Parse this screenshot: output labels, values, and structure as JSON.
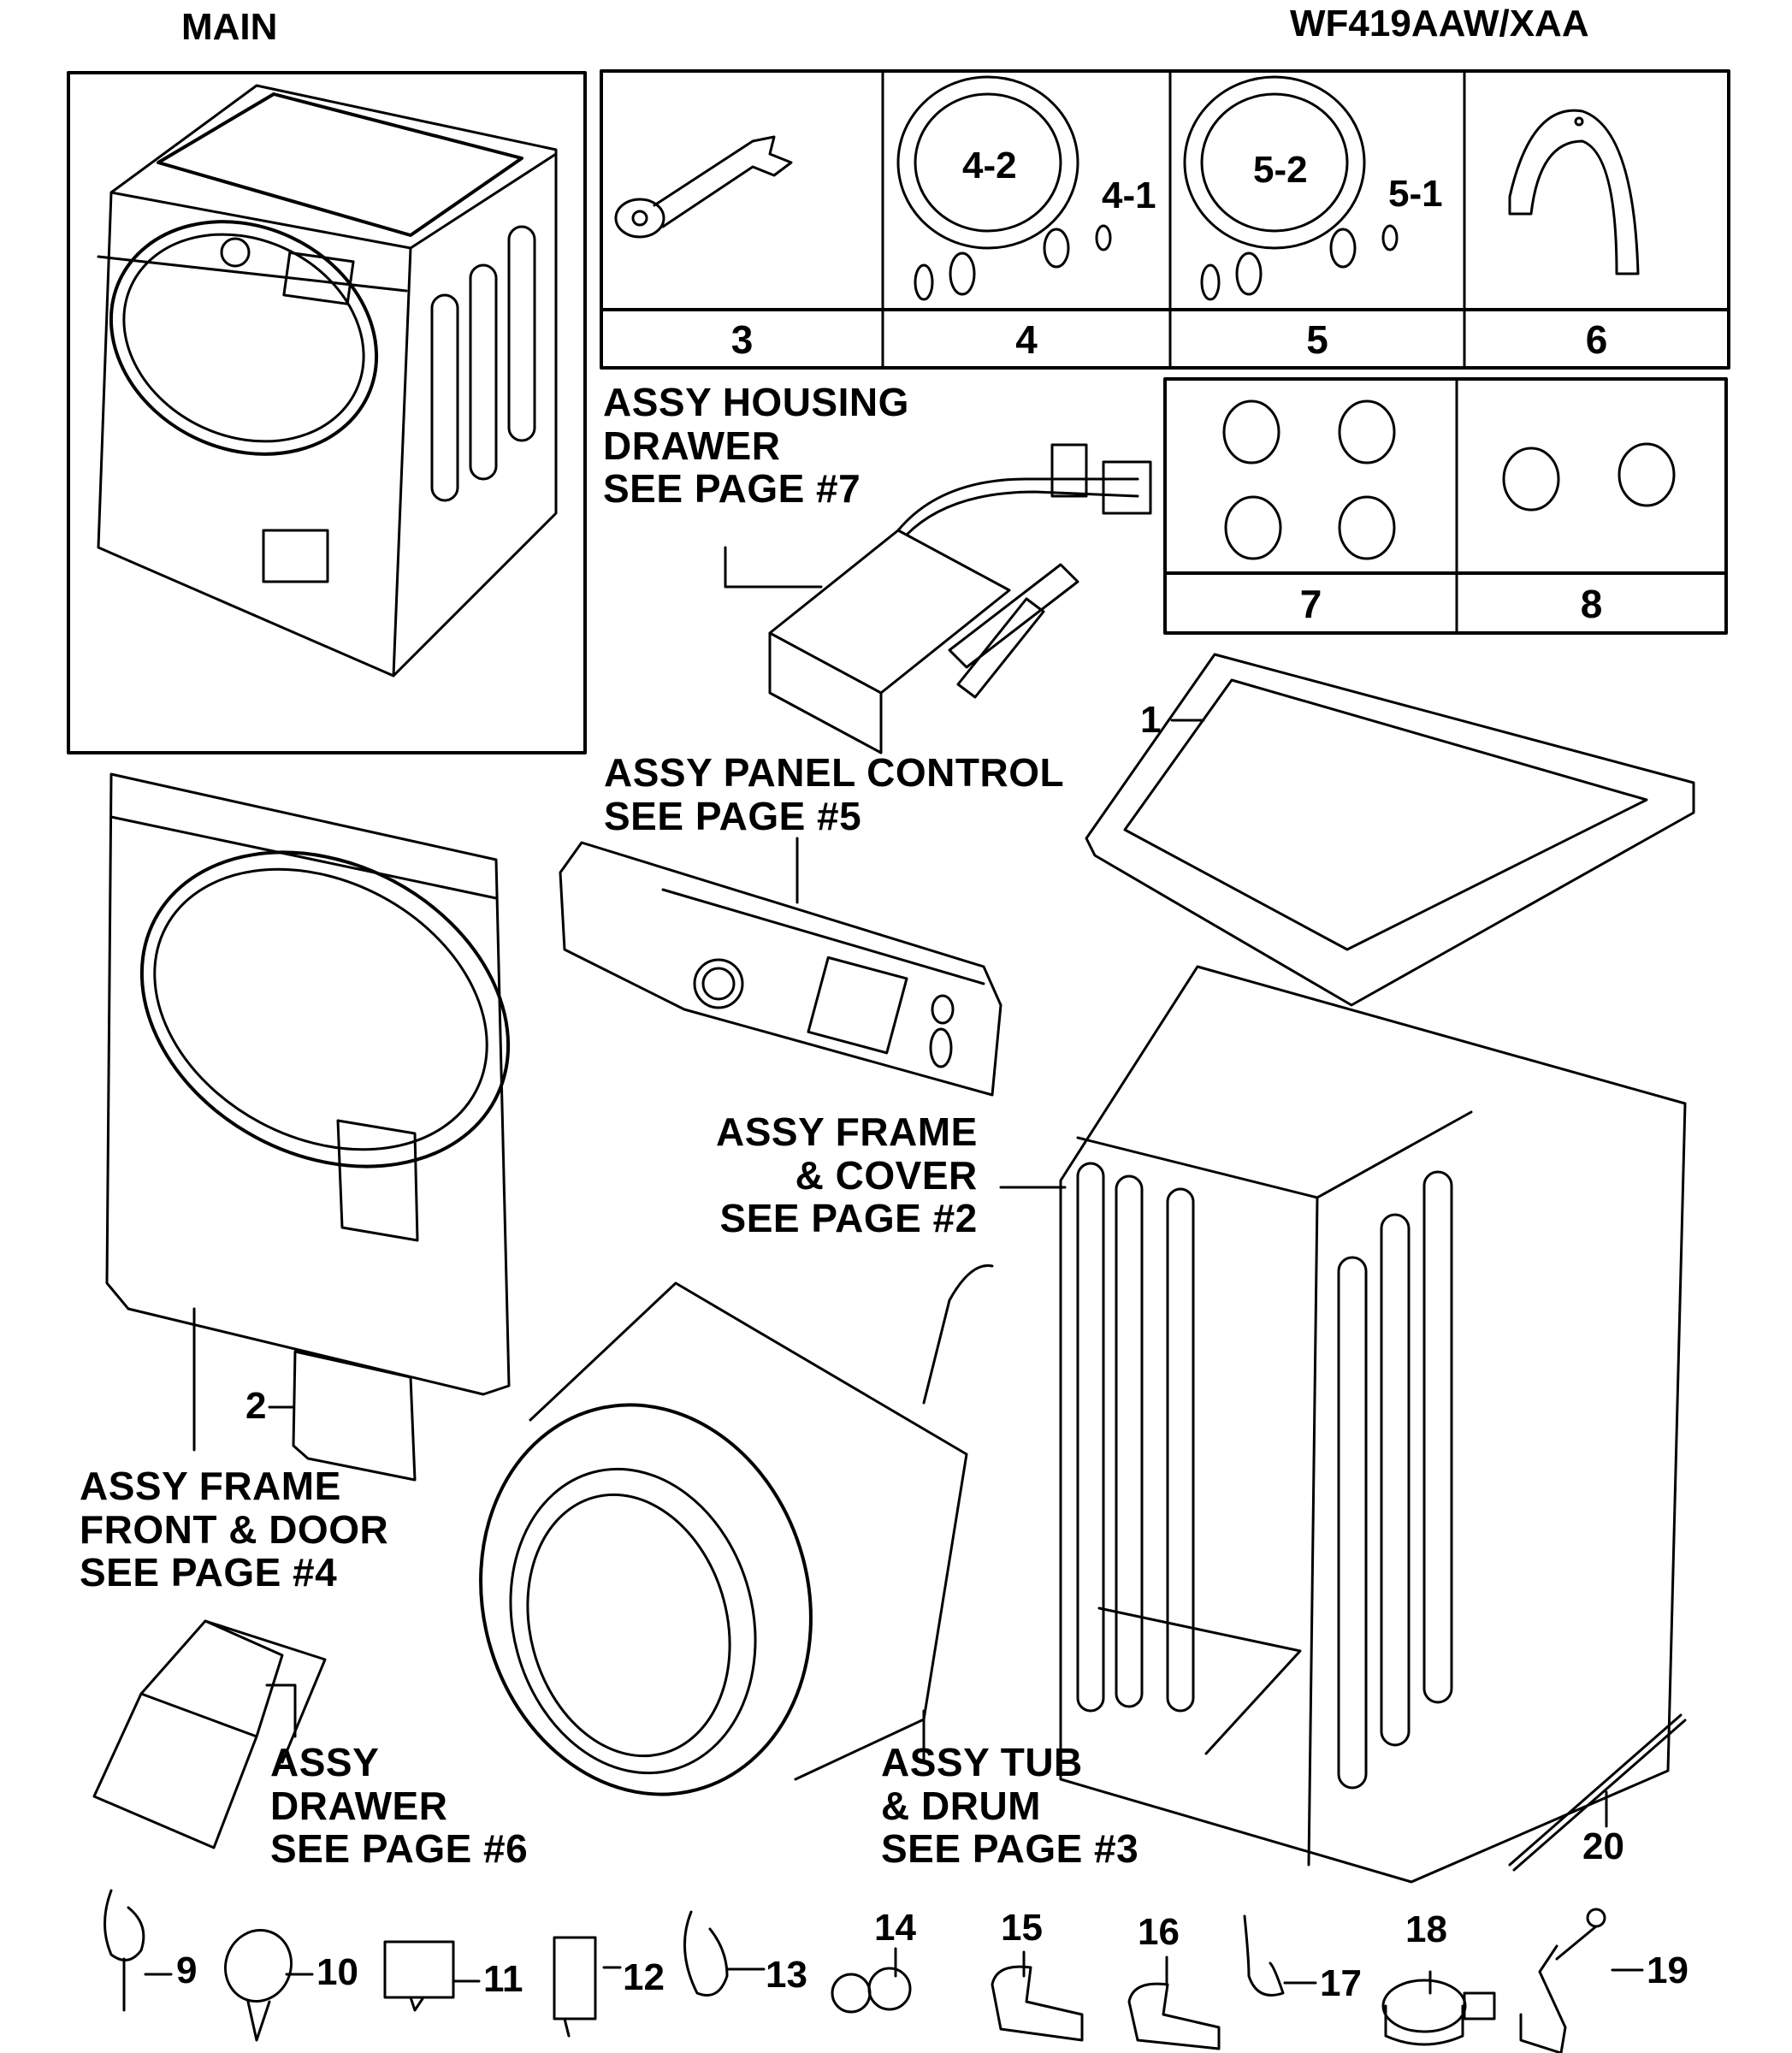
{
  "header": {
    "section_title": "MAIN",
    "model_number": "WF419AAW/XAA"
  },
  "accessory_table_top": {
    "cells": [
      {
        "part_no": "3",
        "icon": "wrench-icon"
      },
      {
        "part_no": "4",
        "icon": "inlet-hose-icon",
        "sub_labels": [
          "4-2",
          "4-1"
        ]
      },
      {
        "part_no": "5",
        "icon": "inlet-hose-icon",
        "sub_labels": [
          "5-2",
          "5-1"
        ]
      },
      {
        "part_no": "6",
        "icon": "hose-guide-icon"
      }
    ]
  },
  "accessory_table_caps": {
    "cells": [
      {
        "part_no": "7",
        "icon": "cap-icon",
        "count": 4
      },
      {
        "part_no": "8",
        "icon": "cap-icon",
        "count": 2
      }
    ]
  },
  "assemblies": {
    "housing_drawer": [
      "ASSY HOUSING",
      "DRAWER",
      "SEE PAGE #7"
    ],
    "panel_control": [
      "ASSY PANEL CONTROL",
      "SEE PAGE #5"
    ],
    "frame_cover": [
      "ASSY FRAME",
      "& COVER",
      "SEE PAGE #2"
    ],
    "frame_front_door": [
      "ASSY FRAME",
      "FRONT & DOOR",
      "SEE PAGE #4"
    ],
    "drawer": [
      "ASSY",
      "DRAWER",
      "SEE PAGE #6"
    ],
    "tub_drum": [
      "ASSY TUB",
      "& DRUM",
      "SEE PAGE #3"
    ]
  },
  "callouts": {
    "top_cover": "1",
    "filter_cover": "2",
    "tie_strap": "20"
  },
  "clips": [
    {
      "part_no": "9",
      "icon": "wire-clip-icon"
    },
    {
      "part_no": "10",
      "icon": "ring-clip-icon"
    },
    {
      "part_no": "11",
      "icon": "frame-clip-icon"
    },
    {
      "part_no": "12",
      "icon": "box-clip-icon"
    },
    {
      "part_no": "13",
      "icon": "wire-clip-icon"
    },
    {
      "part_no": "14",
      "icon": "double-clamp-icon"
    },
    {
      "part_no": "15",
      "icon": "p-clamp-icon"
    },
    {
      "part_no": "16",
      "icon": "p-clamp-icon"
    },
    {
      "part_no": "17",
      "icon": "wire-clip-icon"
    },
    {
      "part_no": "18",
      "icon": "band-clamp-icon"
    },
    {
      "part_no": "19",
      "icon": "bracket-clip-icon"
    }
  ]
}
